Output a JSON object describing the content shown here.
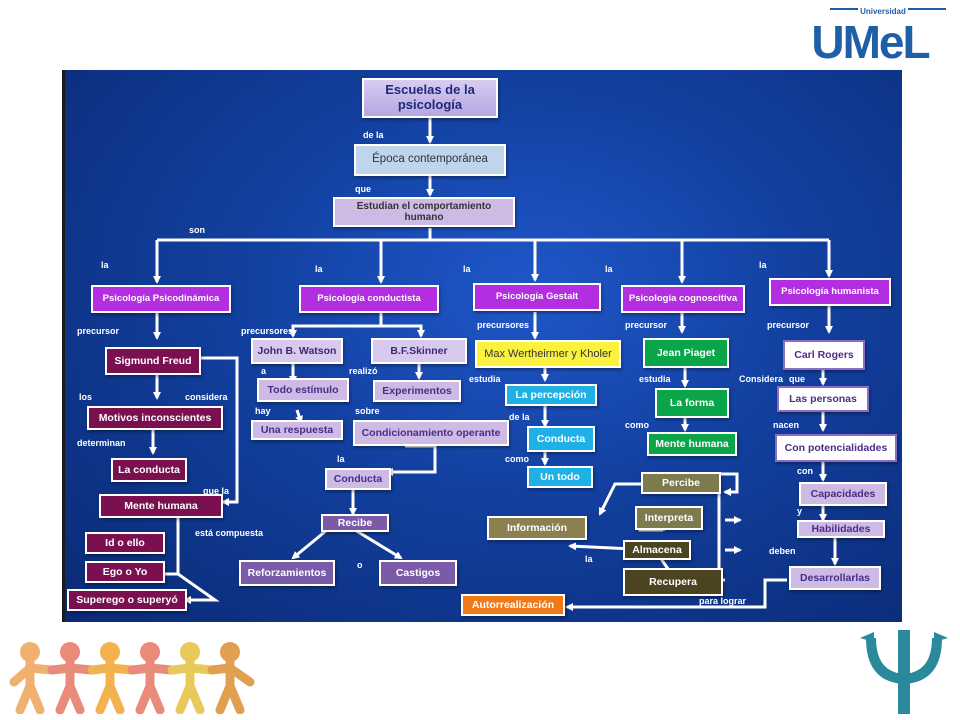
{
  "logo": {
    "small": "Universidad",
    "big": "UMeL"
  },
  "nodes": {
    "escuelas": "Escuelas de la psicología",
    "epoca": "Época contemporánea",
    "estudian": "Estudian el comportamiento humano",
    "psicodinamica": "Psicología Psicodinámica",
    "conductista": "Psicología conductista",
    "gestalt": "Psicología Gestalt",
    "cognoscitiva": "Psicología cognoscitiva",
    "humanista": "Psicología humanista",
    "freud": "Sigmund Freud",
    "motivos": "Motivos inconscientes",
    "la_conducta": "La conducta",
    "mente_humana_1": "Mente humana",
    "id": "Id o ello",
    "ego": "Ego o Yo",
    "superego": "Superego o superyó",
    "watson": "John B. Watson",
    "skinner": "B.F.Skinner",
    "todo_estimulo": "Todo estímulo",
    "una_respuesta": "Una respuesta",
    "experimentos": "Experimentos",
    "condicionamiento": "Condicionamiento operante",
    "conducta_c": "Conducta",
    "recibe": "Recibe",
    "reforzamientos": "Reforzamientos",
    "castigos": "Castigos",
    "wertheimer": "Max Wertheirmer y Kholer",
    "percepcion": "La percepción",
    "conducta_g": "Conducta",
    "un_todo": "Un todo",
    "piaget": "Jean Piaget",
    "la_forma": "La forma",
    "mente_humana_2": "Mente humana",
    "percibe": "Percibe",
    "interpreta": "Interpreta",
    "almacena": "Almacena",
    "recupera": "Recupera",
    "informacion": "Información",
    "rogers": "Carl Rogers",
    "personas": "Las personas",
    "potencialidades": "Con potencialidades",
    "capacidades": "Capacidades",
    "habilidades": "Habilidades",
    "desarrollarlas": "Desarrollarlas",
    "autorrealizacion": "Autorrealización"
  },
  "labels": {
    "de_la": "de la",
    "que": "que",
    "son": "son",
    "la1": "la",
    "la2": "la",
    "la3": "la",
    "la4": "la",
    "la5": "la",
    "precursor1": "precursor",
    "precursores2": "precursores",
    "precursores3": "precursores",
    "precursor4": "precursor",
    "precursor5": "precursor",
    "los": "los",
    "considera_1": "considera",
    "determinan": "determinan",
    "que_la": "que la",
    "esta_compuesta": "está compuesta",
    "a": "a",
    "hay": "hay",
    "realizo": "realizó",
    "sobre": "sobre",
    "la_c": "la",
    "o": "o",
    "estudia_g": "estudia",
    "de_la_g": "de la",
    "como_g": "como",
    "estudia_p": "estudia",
    "como_p": "como",
    "la_info": "la",
    "para_lograr": "para lograr",
    "considera_2": "Considera",
    "que_r": "que",
    "nacen": "nacen",
    "con": "con",
    "y": "y",
    "deben": "deben"
  },
  "colors": {
    "panel": "#123f9e",
    "magenta": "#b22ee0",
    "maroon": "#7a1050",
    "lavender": "#cdbbe6",
    "purple": "#7b5aa8",
    "yellow": "#fbf240",
    "cyan": "#1fb1e6",
    "green": "#0aa548",
    "olive": "#7d7a4e",
    "orange": "#ef7a1a",
    "logo_blue": "#1e5fa8",
    "psi_teal": "#2a8a9c"
  },
  "icons": [
    "umel-logo",
    "people-chain-icon",
    "psi-symbol-icon"
  ]
}
